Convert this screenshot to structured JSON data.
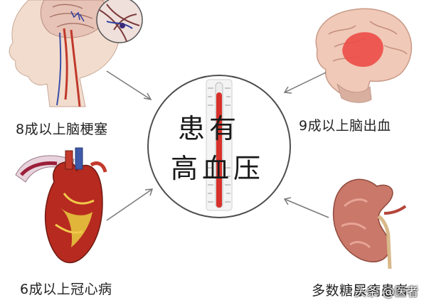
{
  "center": {
    "line1": "患有",
    "line2": "高血压"
  },
  "labels": {
    "top_left": "8成以上脑梗塞",
    "top_right": "9成以上脑出血",
    "bottom_left": "6成以上冠心病",
    "bottom_right": "多数糖尿病患者"
  },
  "watermark": "头条 @医者",
  "colors": {
    "accent_red": "#d8312b",
    "text": "#222222",
    "circle_stroke": "#555555",
    "arrow": "#7a7a7a"
  }
}
